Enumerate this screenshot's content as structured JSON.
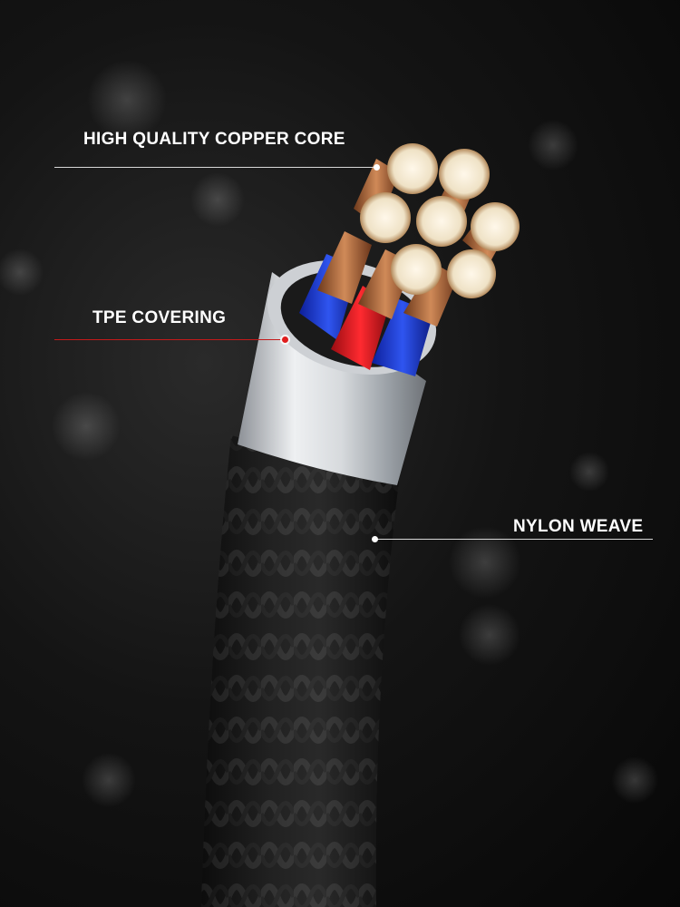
{
  "image": {
    "description_free": true,
    "background_color": "#0b0b0b"
  },
  "callouts": {
    "copper_core": {
      "label": "HIGH QUALITY COPPER CORE",
      "line_color": "#d8d8d8",
      "dot_color": "#ffffff"
    },
    "tpe_covering": {
      "label": "TPE COVERING",
      "line_color": "#c41a1a",
      "dot_color": "#e01e1e"
    },
    "nylon_weave": {
      "label": "NYLON WEAVE",
      "line_color": "#d8d8d8",
      "dot_color": "#ffffff"
    }
  },
  "colors": {
    "copper": "#b56a3a",
    "strand_tip": "#f2ead8",
    "wire_blue": "#1e3fd8",
    "wire_red": "#e01c22",
    "tpe_silver": "#cfd2d6",
    "nylon_black": "#1a1a1a"
  }
}
